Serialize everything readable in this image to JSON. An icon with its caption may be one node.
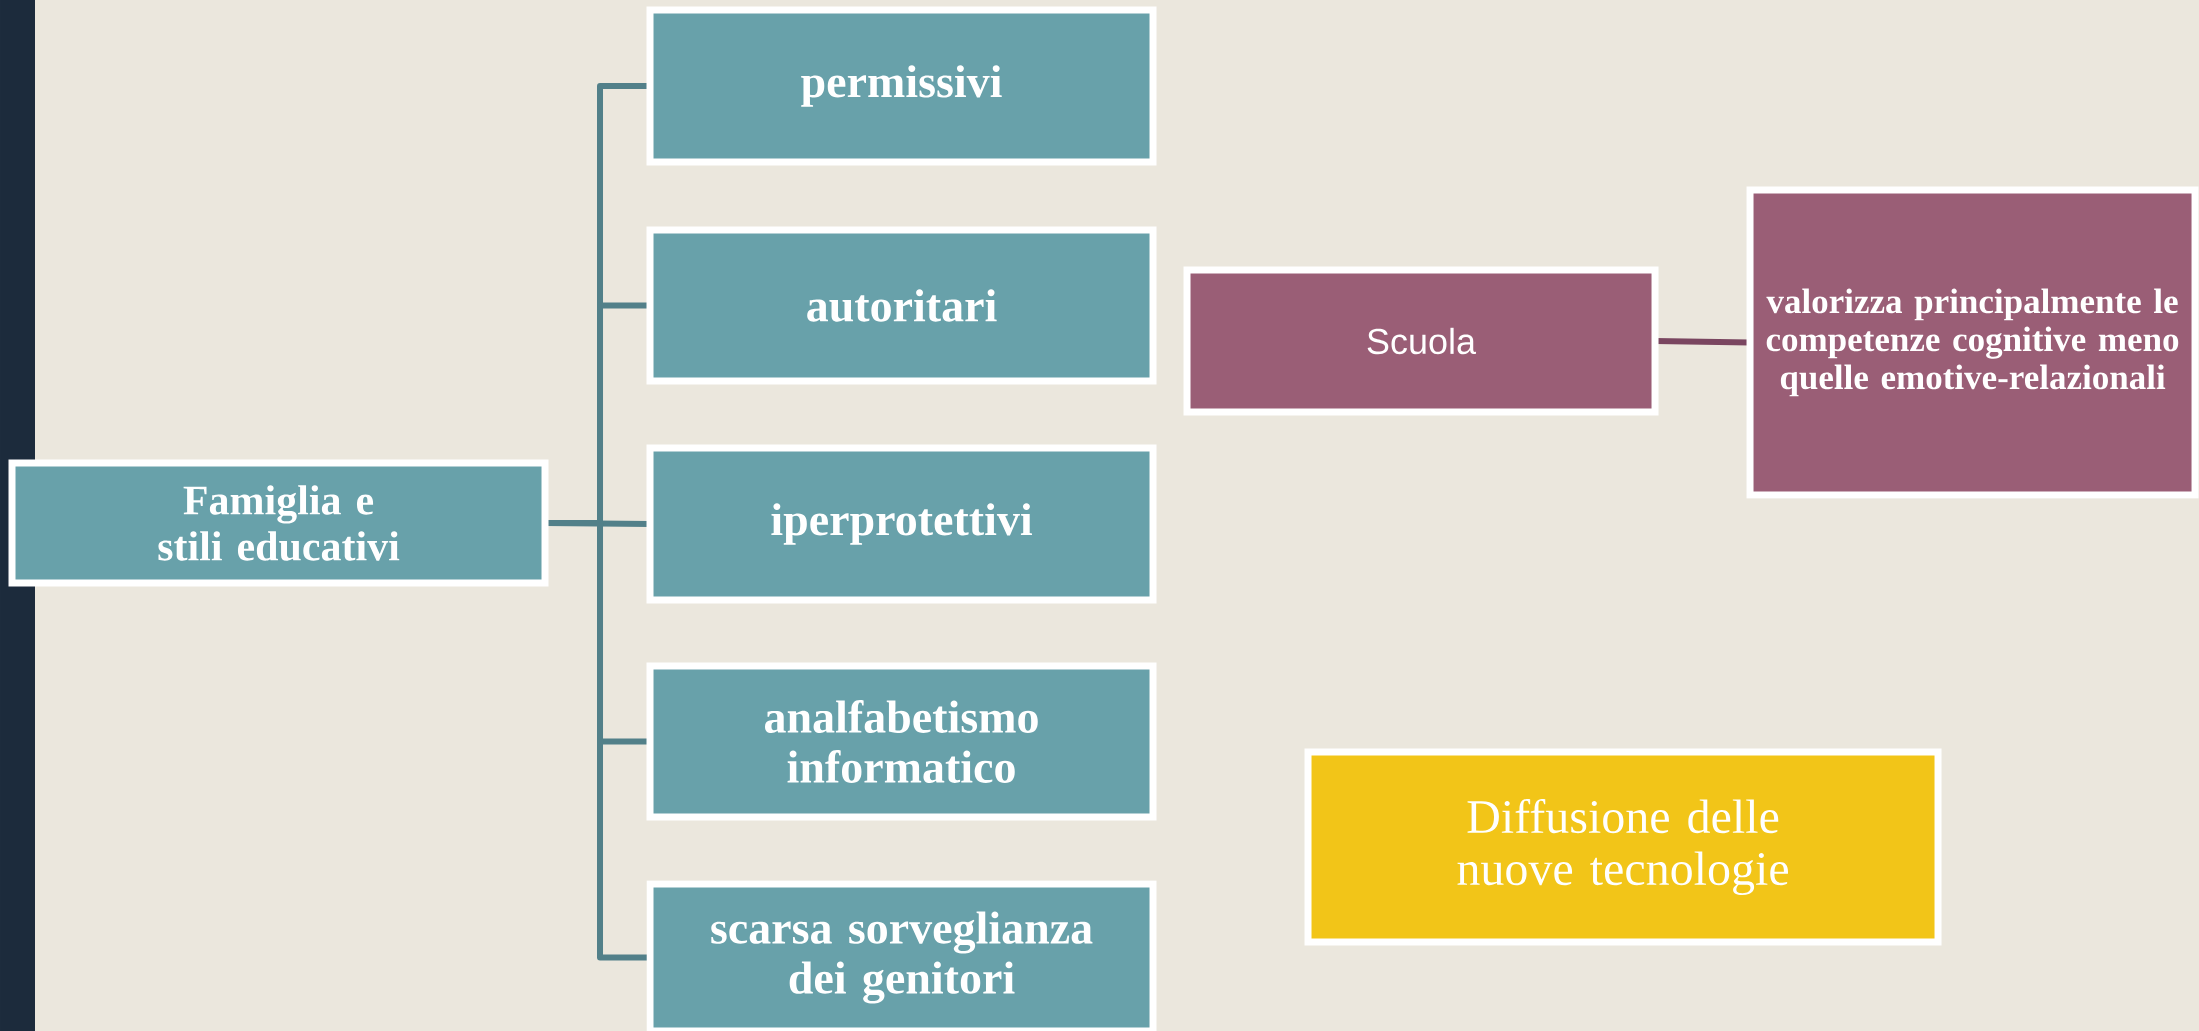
{
  "diagram": {
    "nodes": [
      {
        "text": [
          "Famiglia e  stili educativi"
        ]
      },
      {
        "text": [
          "permissivi"
        ]
      },
      {
        "text": [
          "autoritari"
        ]
      },
      {
        "text": [
          "iperprotettivi"
        ]
      },
      {
        "text": [
          "analfabetismo informatico"
        ]
      },
      {
        "text": [
          "scarsa sorveglianza dei genitori"
        ]
      },
      {
        "text": [
          "Scuola"
        ]
      },
      {
        "text": [
          "valorizza principalmente le competenze cognitive meno quelle emotive-relazionali"
        ]
      },
      {
        "text": [
          "Diffusione delle nuove tecnologie"
        ]
      }
    ],
    "edges": [
      {
        "from": 0,
        "to": 1,
        "arrow": "none"
      },
      {
        "from": 0,
        "to": 2,
        "arrow": "none"
      },
      {
        "from": 0,
        "to": 3,
        "arrow": "none"
      },
      {
        "from": 0,
        "to": 4,
        "arrow": "none"
      },
      {
        "from": 0,
        "to": 5,
        "arrow": "none"
      },
      {
        "from": 6,
        "to": 7,
        "arrow": "none",
        "color": "#7a4660"
      }
    ]
  }
}
